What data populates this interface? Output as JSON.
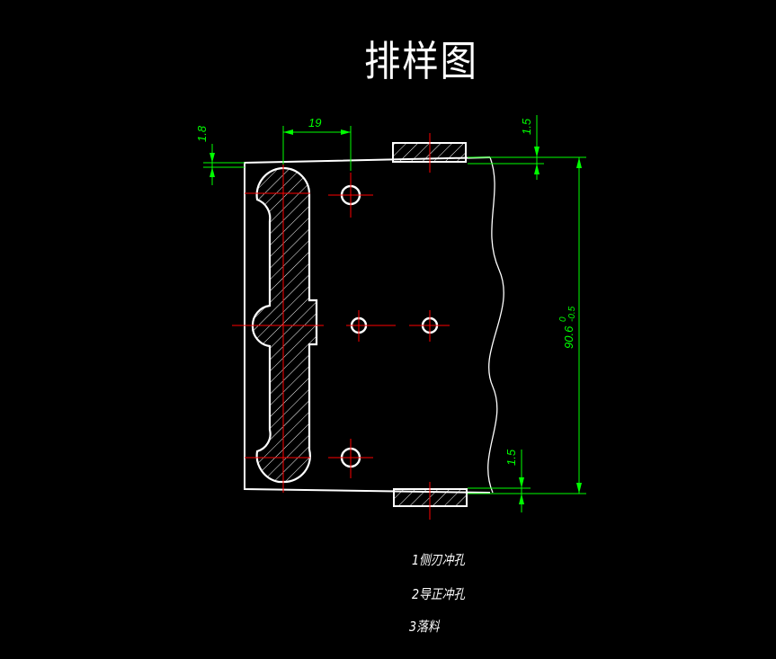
{
  "title": "排样图",
  "dimensions": {
    "d_left_offset": "1.8",
    "d_pitch": "19",
    "d_top_margin": "1.5",
    "d_bottom_margin": "1.5",
    "d_width_main": "90.6",
    "d_width_upper": "0",
    "d_width_lower": "-0.5"
  },
  "notes": [
    "1侧刃冲孔",
    "2导正冲孔",
    "3落料"
  ],
  "colors": {
    "outline": "#ffffff",
    "centerline": "#ff0000",
    "dimension": "#00ff00",
    "background": "#000000"
  }
}
